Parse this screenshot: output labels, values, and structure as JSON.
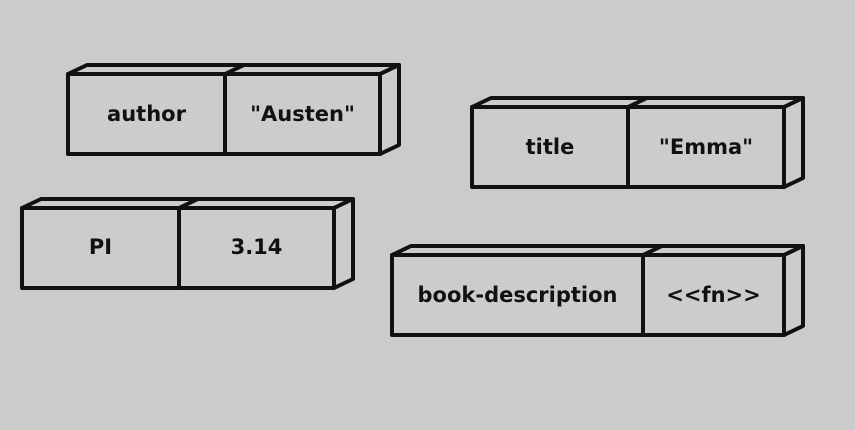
{
  "diagram": {
    "bindings": [
      {
        "id": "author",
        "name": "author",
        "value": "\"Austen\""
      },
      {
        "id": "title",
        "name": "title",
        "value": "\"Emma\""
      },
      {
        "id": "pi",
        "name": "PI",
        "value": "3.14"
      },
      {
        "id": "book-description",
        "name": "book-description",
        "value": "<<fn>>"
      }
    ],
    "colors": {
      "background": "#cbcbcb",
      "box_fill": "#cccccc",
      "stroke": "#111111",
      "text": "#111111"
    }
  }
}
